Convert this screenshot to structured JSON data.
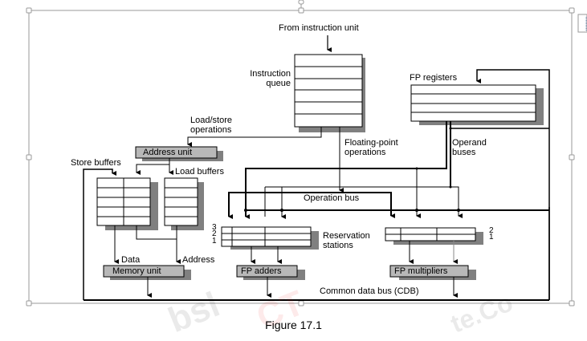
{
  "figure": {
    "caption": "Figure 17.1",
    "title": "Tomasulo floating-point unit organization"
  },
  "labels": {
    "from_instruction_unit": "From instruction unit",
    "instruction_queue_line1": "Instruction",
    "instruction_queue_line2": "queue",
    "fp_registers": "FP registers",
    "load_store_line1": "Load/store",
    "load_store_line2": "operations",
    "address_unit": "Address unit",
    "store_buffers": "Store buffers",
    "load_buffers": "Load buffers",
    "floating_point_line1": "Floating-point",
    "floating_point_line2": "operations",
    "operand_buses_line1": "Operand",
    "operand_buses_line2": "buses",
    "operation_bus": "Operation bus",
    "reservation_line1": "Reservation",
    "reservation_line2": "stations",
    "adder_rs_numbers": [
      "3",
      "2",
      "1"
    ],
    "mult_rs_numbers": [
      "2",
      "1"
    ],
    "data": "Data",
    "address": "Address",
    "memory_unit": "Memory unit",
    "fp_adders": "FP adders",
    "fp_multipliers": "FP multipliers",
    "cdb": "Common data bus (CDB)"
  },
  "watermark": {
    "text_left": "bsl",
    "text_mid": "CT",
    "text_right": "te.Co"
  },
  "colors": {
    "unit_fill": "#b8b8b8",
    "shadow": "#808080",
    "line": "#000000",
    "frame": "#9a9a9a"
  }
}
